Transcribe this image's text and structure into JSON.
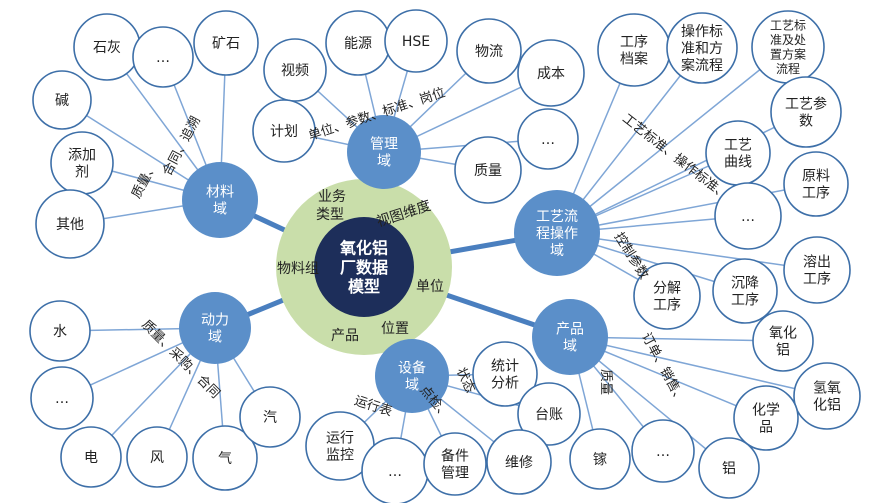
{
  "colors": {
    "domain_fill": "#5b8fc9",
    "domain_line": "#4a7fbf",
    "center_fill": "#1d2e5a",
    "ring_fill": "#c9deaa",
    "leaf_stroke": "#3d6fa8",
    "spoke": "#7fa6d6",
    "label": "#222222",
    "white": "#ffffff"
  },
  "center": {
    "lines": [
      "氧化铝",
      "厂数据",
      "模型"
    ]
  },
  "dimensions": {
    "view": "视图维度",
    "business_type": [
      "业务",
      "类型"
    ],
    "material_group": "物料组",
    "unit": "单位",
    "product": "产品",
    "location": "位置"
  },
  "domains": {
    "material": {
      "title": [
        "材料",
        "域"
      ],
      "edge_labels": [
        "合同、追溯",
        "质量、"
      ],
      "leaves": {
        "lime": [
          "石灰"
        ],
        "more": [
          "…"
        ],
        "ore": [
          "矿石"
        ],
        "alkali": [
          "碱"
        ],
        "additive": [
          "添加",
          "剂"
        ],
        "other": [
          "其他"
        ]
      }
    },
    "management": {
      "title": [
        "管理",
        "域"
      ],
      "edge_labels": [
        "单位、参数、标准、岗位"
      ],
      "leaves": {
        "video": [
          "视频"
        ],
        "energy": [
          "能源"
        ],
        "hse": [
          "HSE"
        ],
        "logistics": [
          "物流"
        ],
        "cost": [
          "成本"
        ],
        "plan": [
          "计划"
        ],
        "more": [
          "…"
        ],
        "quality": [
          "质量"
        ]
      }
    },
    "process": {
      "title": [
        "工艺流",
        "程操作",
        "域"
      ],
      "edge_labels": [
        "工艺标准、操作标准、",
        "控制参数"
      ],
      "leaves": {
        "process_file": [
          "工序",
          "档案"
        ],
        "op_standard": [
          "操作标",
          "准和方",
          "案流程"
        ],
        "tech_standard": [
          "工艺标",
          "准及处",
          "置方案",
          "流程"
        ],
        "tech_params": [
          "工艺参",
          "数"
        ],
        "curve": [
          "工艺",
          "曲线"
        ],
        "raw_process": [
          "原料",
          "工序"
        ],
        "more": [
          "…"
        ],
        "dissolution": [
          "溶出",
          "工序"
        ],
        "settling": [
          "沉降",
          "工序"
        ],
        "decomposition": [
          "分解",
          "工序"
        ]
      }
    },
    "power": {
      "title": [
        "动力",
        "域"
      ],
      "edge_labels": [
        "质量、采购、合同"
      ],
      "leaves": {
        "water": [
          "水"
        ],
        "more": [
          "…"
        ],
        "electric": [
          "电"
        ],
        "wind": [
          "风"
        ],
        "gas": [
          "气"
        ],
        "steam": [
          "汽"
        ]
      }
    },
    "equipment": {
      "title": [
        "设备",
        "域"
      ],
      "edge_labels": [
        "运行表",
        "点检、",
        "状态"
      ],
      "leaves": {
        "stats": [
          "统计",
          "分析"
        ],
        "ledger": [
          "台账"
        ],
        "monitor": [
          "运行",
          "监控"
        ],
        "more": [
          "…"
        ],
        "spare_parts": [
          "备件",
          "管理"
        ],
        "maintenance": [
          "维修"
        ]
      }
    },
    "product": {
      "title": [
        "产品",
        "域"
      ],
      "edge_labels": [
        "订单、销售、",
        "质量"
      ],
      "leaves": {
        "alumina": [
          "氧化",
          "铝"
        ],
        "hydroxide": [
          "氢氧",
          "化铝"
        ],
        "chemical": [
          "化学",
          "品"
        ],
        "gallium": [
          "镓"
        ],
        "more": [
          "…"
        ],
        "aluminum": [
          "铝"
        ]
      }
    }
  }
}
